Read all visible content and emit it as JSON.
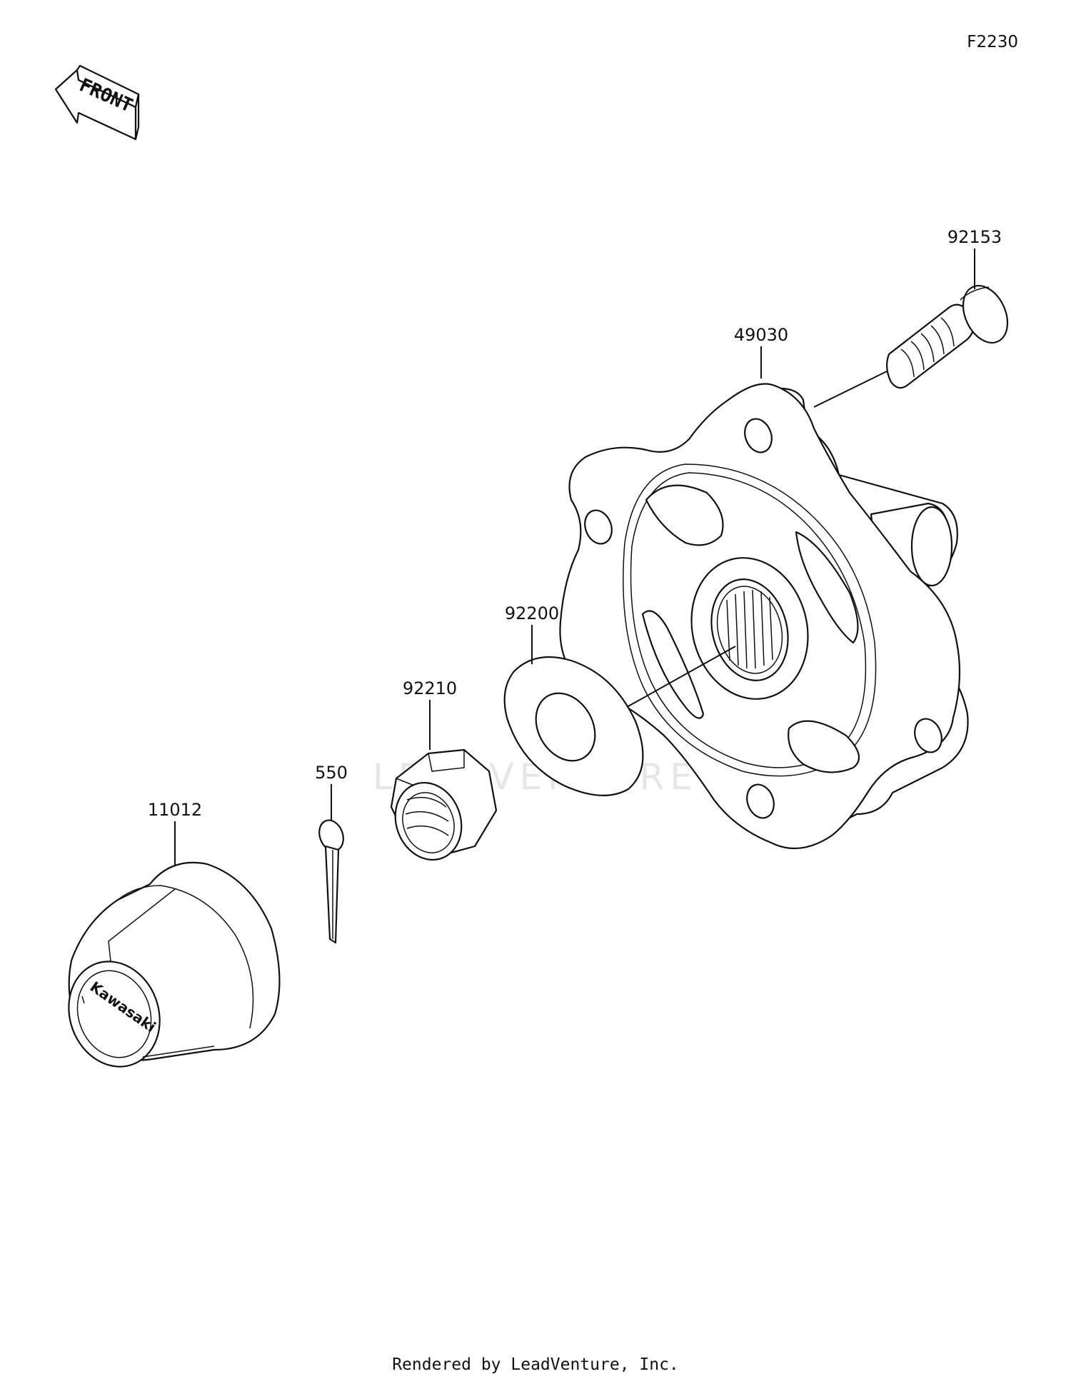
{
  "figure_code": "F2230",
  "front_arrow_text": "FRONT",
  "watermark": "LEADVENTURE",
  "footer": "Rendered by LeadVenture, Inc.",
  "cap_logo_text": "Kawasaki",
  "parts": [
    {
      "id": "92153",
      "label": "92153"
    },
    {
      "id": "49030",
      "label": "49030"
    },
    {
      "id": "92200",
      "label": "92200"
    },
    {
      "id": "92210",
      "label": "92210"
    },
    {
      "id": "550",
      "label": "550"
    },
    {
      "id": "11012",
      "label": "11012"
    }
  ]
}
